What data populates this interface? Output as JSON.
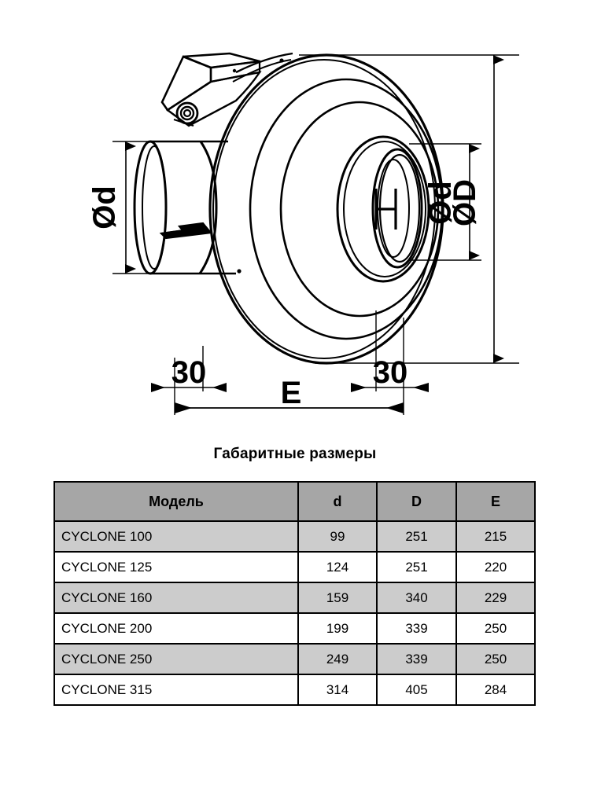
{
  "drawing": {
    "labels": {
      "left_diameter": "Ød",
      "right_inner_diameter": "Ød",
      "right_outer_diameter": "ØD",
      "offset_left": "30",
      "offset_right": "30",
      "length": "E"
    },
    "description": "Isometric line drawing of an inline duct fan (CYCLONE) with junction box, circular housing and round spigots"
  },
  "table_section": {
    "title": "Габаритные размеры",
    "columns": [
      "Модель",
      "d",
      "D",
      "E"
    ],
    "rows": [
      {
        "model": "CYCLONE 100",
        "d": "99",
        "D": "251",
        "E": "215"
      },
      {
        "model": "CYCLONE 125",
        "d": "124",
        "D": "251",
        "E": "220"
      },
      {
        "model": "CYCLONE 160",
        "d": "159",
        "D": "340",
        "E": "229"
      },
      {
        "model": "CYCLONE 200",
        "d": "199",
        "D": "339",
        "E": "250"
      },
      {
        "model": "CYCLONE 250",
        "d": "249",
        "D": "339",
        "E": "250"
      },
      {
        "model": "CYCLONE 315",
        "d": "314",
        "D": "405",
        "E": "284"
      }
    ]
  },
  "colors": {
    "header_gray": "#a6a6a6",
    "row_gray": "#cccccc",
    "row_white": "#ffffff",
    "line": "#000000"
  }
}
